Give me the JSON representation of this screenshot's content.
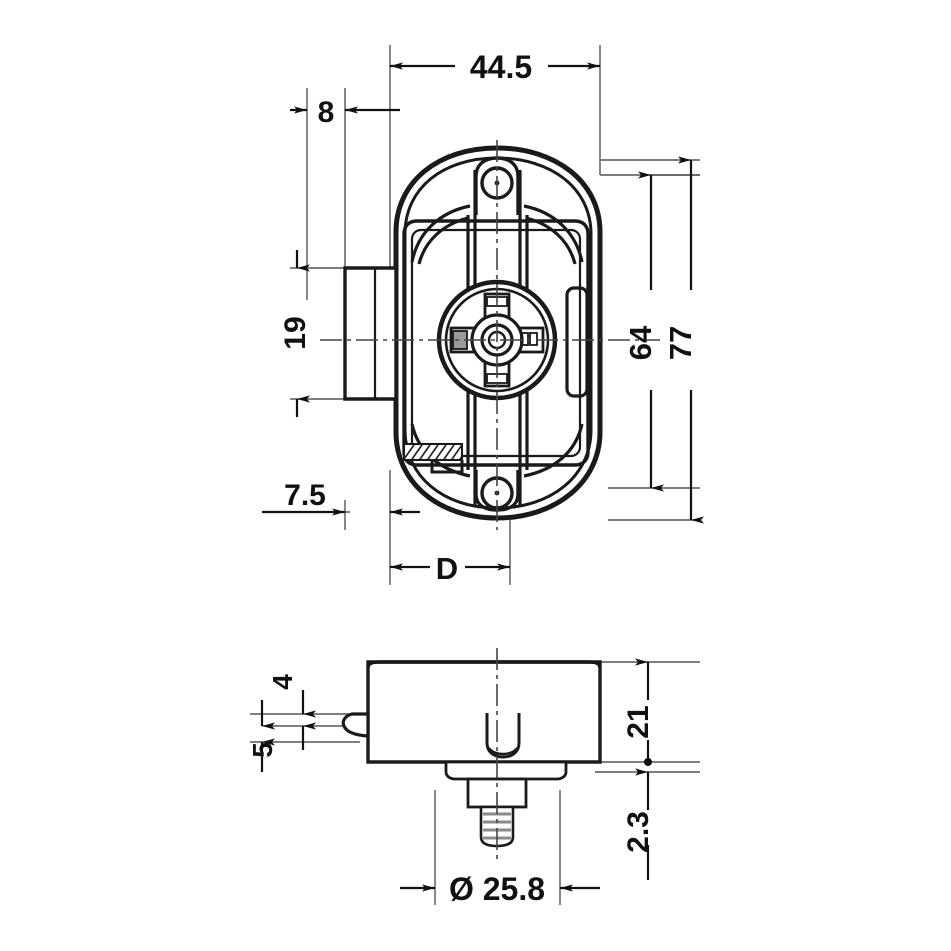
{
  "drawing": {
    "title": "Oval cylinder cam lock technical drawing",
    "background_color": "#ffffff",
    "line_color": "#1a1a1a",
    "views": [
      {
        "name": "front-view",
        "label": ""
      },
      {
        "name": "side-view",
        "label": ""
      }
    ]
  },
  "dimensions": {
    "front": {
      "overall_width": "44.5",
      "flange_offset": "8",
      "nose_height": "19",
      "edge_offset": "7.5",
      "depth_variable": "D",
      "body_height": "64",
      "overall_height": "77"
    },
    "side": {
      "nose_upper": "4",
      "nose_lower": "5",
      "body_height": "21",
      "shaft_step": "2.3",
      "bore_diameter": "Ø 25.8"
    }
  }
}
